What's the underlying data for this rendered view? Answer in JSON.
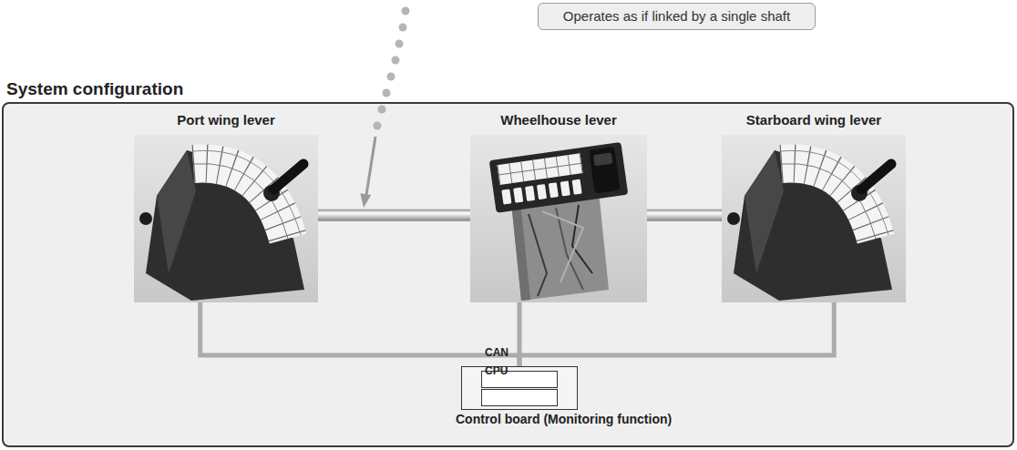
{
  "diagram": {
    "nodes": [
      {
        "text": [
          "Operates as if linked by a single shaft"
        ]
      },
      {
        "text": [
          "System configuration"
        ]
      },
      {
        "text": [
          "Port wing lever"
        ],
        "in": 1
      },
      {
        "text": [
          "Wheelhouse lever"
        ],
        "in": 1
      },
      {
        "text": [
          "Starboard wing lever"
        ],
        "in": 1
      },
      {
        "text": [
          "Control board (Monitoring function)"
        ],
        "in": 1
      },
      {
        "text": [
          "CAN"
        ],
        "in": 5
      },
      {
        "text": [
          "CPU"
        ],
        "in": 5
      }
    ],
    "edges": [
      {
        "from": 2,
        "to": 3,
        "arrow": "none"
      },
      {
        "from": 3,
        "to": 4,
        "arrow": "none"
      },
      {
        "from": 2,
        "to": 5,
        "arrow": "none"
      },
      {
        "from": 3,
        "to": 5,
        "arrow": "none"
      },
      {
        "from": 4,
        "to": 5,
        "arrow": "none"
      }
    ]
  }
}
